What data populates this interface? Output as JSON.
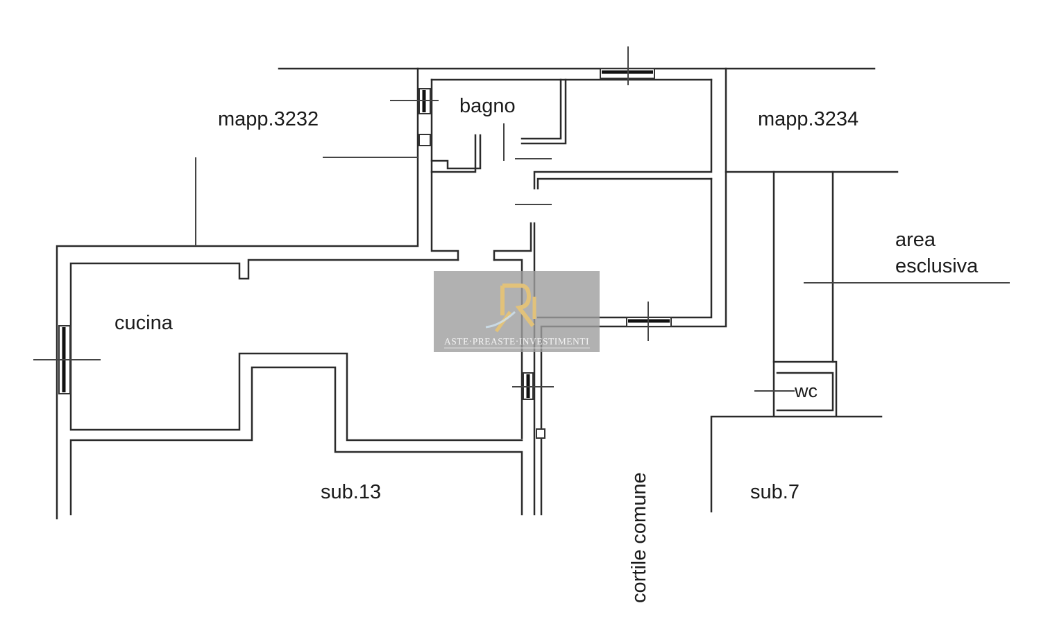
{
  "labels": {
    "mapp_left": "mapp.3232",
    "mapp_right": "mapp.3234",
    "bagno": "bagno",
    "cucina": "cucina",
    "area_line1": "area",
    "area_line2": "esclusiva",
    "wc": "wc",
    "sub13": "sub.13",
    "sub7": "sub.7",
    "cortile": "cortile comune"
  },
  "watermark": {
    "text": "ASTE·PREASTE·INVESTIMENTI",
    "logo_letters": "RI",
    "bg_color": "#9e9e9e",
    "logo_color": "#e2c27a"
  }
}
